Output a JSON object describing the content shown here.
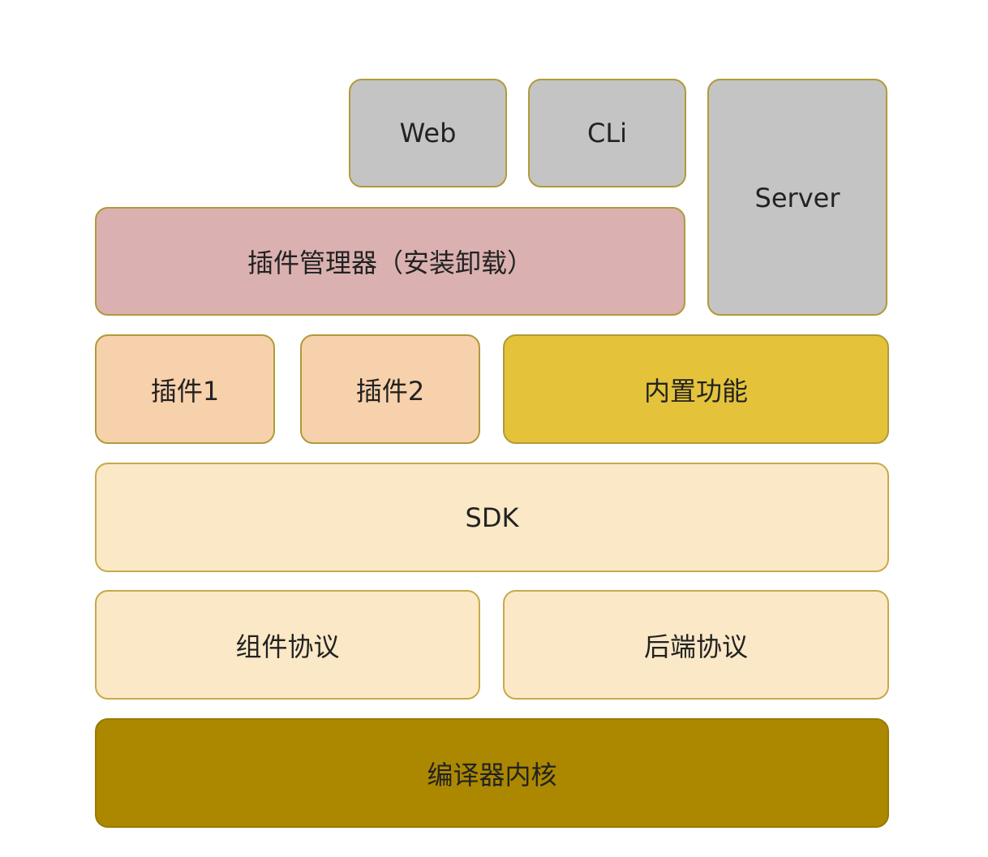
{
  "diagram": {
    "top_layer": {
      "web": "Web",
      "cli": "CLi",
      "server": "Server"
    },
    "plugin_manager": "插件管理器（安装卸载）",
    "plugins": [
      "插件1",
      "插件2"
    ],
    "builtin": "内置功能",
    "sdk": "SDK",
    "protocols": [
      "组件协议",
      "后端协议"
    ],
    "kernel": "编译器内核"
  }
}
